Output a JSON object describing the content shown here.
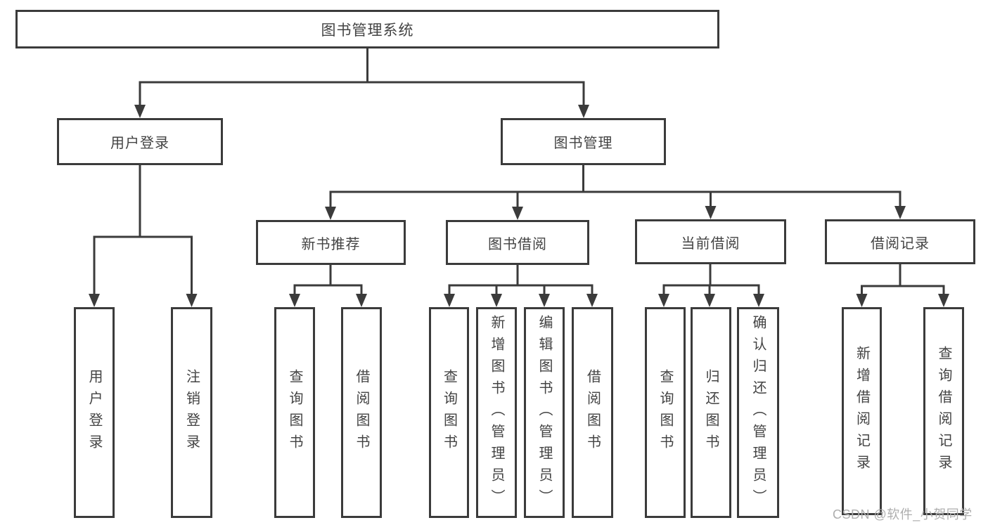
{
  "diagram": {
    "root": {
      "label": "图书管理系统"
    },
    "branches": [
      {
        "label": "用户登录",
        "children": [
          {
            "label": "用户登录"
          },
          {
            "label": "注销登录"
          }
        ]
      },
      {
        "label": "图书管理",
        "children": [
          {
            "label": "新书推荐",
            "children": [
              {
                "label": "查询图书"
              },
              {
                "label": "借阅图书"
              }
            ]
          },
          {
            "label": "图书借阅",
            "children": [
              {
                "label": "查询图书"
              },
              {
                "label": "新增图书（管理员）"
              },
              {
                "label": "编辑图书（管理员）"
              },
              {
                "label": "借阅图书"
              }
            ]
          },
          {
            "label": "当前借阅",
            "children": [
              {
                "label": "查询图书"
              },
              {
                "label": "归还图书"
              },
              {
                "label": "确认归还（管理员）"
              }
            ]
          },
          {
            "label": "借阅记录",
            "children": [
              {
                "label": "新增借阅记录"
              },
              {
                "label": "查询借阅记录"
              }
            ]
          }
        ]
      }
    ]
  },
  "watermark": {
    "text": "CSDN @软件_小贺同学"
  },
  "colors": {
    "line": "#3b3b3b",
    "text": "#434343",
    "watermark": "#aeaeae"
  }
}
